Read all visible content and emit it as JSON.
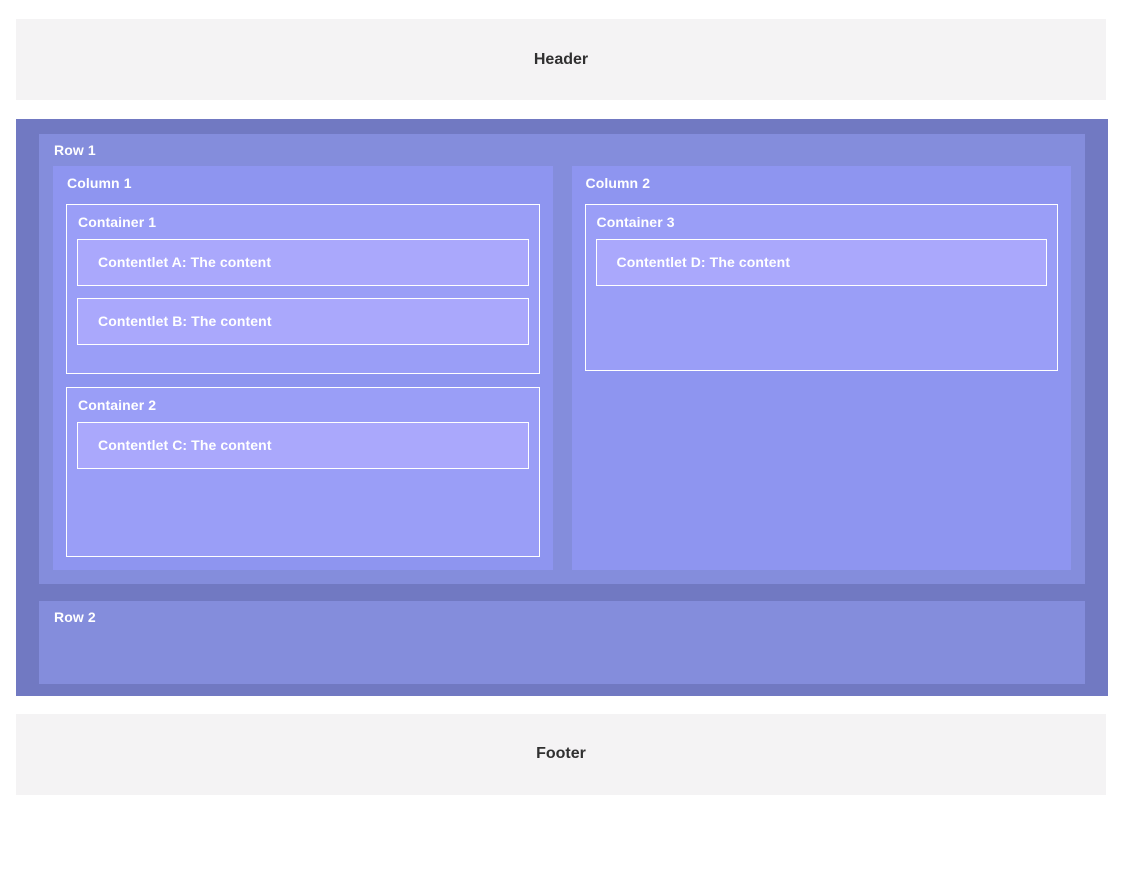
{
  "page": {
    "header": {
      "label": "Header"
    },
    "footer": {
      "label": "Footer"
    }
  },
  "theme": {
    "band_bg": "#f4f3f4",
    "band_text": "#303030",
    "body_bg": "#7179c2",
    "row_bg": "#848ddc",
    "column_bg": "#8e95f0",
    "container_bg": "#9a9ef7",
    "contentlet_bg": "#aaa8fc",
    "border": "#ffffff",
    "label_text": "#ffffff"
  },
  "body": {
    "rows": [
      {
        "label": "Row 1",
        "columns": [
          {
            "label": "Column 1",
            "containers": [
              {
                "label": "Container 1",
                "contentlets": [
                  {
                    "label": "Contentlet A: The content"
                  },
                  {
                    "label": "Contentlet B: The content"
                  }
                ]
              },
              {
                "label": "Container 2",
                "contentlets": [
                  {
                    "label": "Contentlet C: The content"
                  }
                ]
              }
            ]
          },
          {
            "label": "Column 2",
            "containers": [
              {
                "label": "Container 3",
                "contentlets": [
                  {
                    "label": "Contentlet D: The content"
                  }
                ]
              }
            ]
          }
        ]
      },
      {
        "label": "Row 2",
        "columns": []
      }
    ]
  }
}
